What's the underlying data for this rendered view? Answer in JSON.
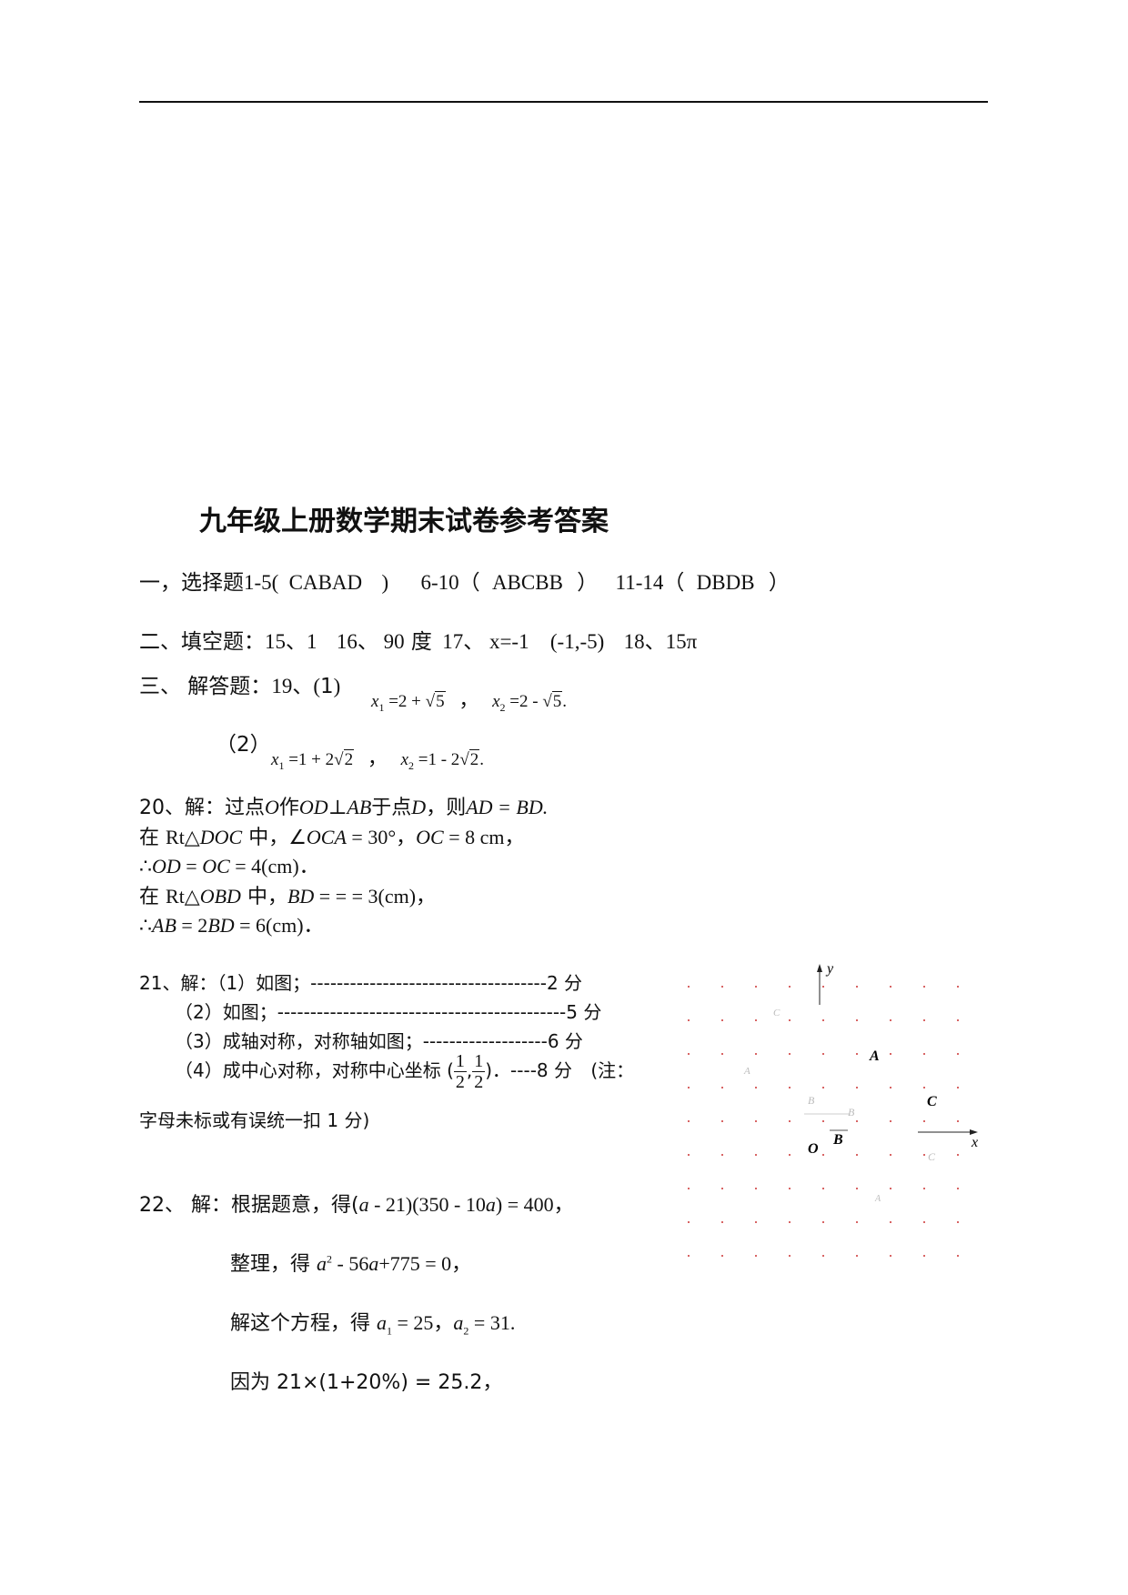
{
  "title": "九年级上册数学期末试卷参考答案",
  "section1": {
    "label": "一，选择题",
    "g1_range": "1-5(",
    "g1_ans": "CABAD",
    "g1_close": ")",
    "g2_range": "6-10（",
    "g2_ans": "ABCBB",
    "g2_close": "）",
    "g3_range": "11-14（",
    "g3_ans": "DBDB",
    "g3_close": "）"
  },
  "section2": {
    "label": "二、填空题：",
    "a15": "15、1",
    "a16_num": "16、 90",
    "a16_unit": "度",
    "a17": "17、 x=-1",
    "a17b": "(-1,-5)",
    "a18": "18、15π"
  },
  "section3": {
    "label": "三、 解答题：",
    "q19": "19、(",
    "q19_part1": "1",
    "q19_part1_close": ")",
    "x1": "x",
    "x1_sub": "1",
    "eq1": "=2 + ",
    "sqrt5a": "5",
    "comma": "，",
    "x2": "x",
    "x2_sub": "2",
    "eq2": "=2 - ",
    "sqrt5b": "5",
    "dot": ".",
    "q19_part2_open": "（2）",
    "x1b": "x",
    "x1b_sub": "1",
    "eq3": "=1 + 2",
    "sqrt2a": "2",
    "comma2": "，",
    "x2b": "x",
    "x2b_sub": "2",
    "eq4": "=1 - 2",
    "sqrt2b": "2",
    "dot2": "."
  },
  "q20": {
    "l1a": "20、解：过点",
    "l1O": "O",
    "l1b": "作",
    "l1OD": "OD",
    "l1perp": "⊥",
    "l1AB": "AB",
    "l1c": "于点",
    "l1D": "D",
    "l1d": "，则",
    "l1eq": "AD = BD.",
    "l2a": "在",
    "l2rt": "Rt△",
    "l2DOC": "DOC",
    "l2b": "中，∠",
    "l2OCA": "OCA",
    "l2c": " = 30°，",
    "l2OC": "OC",
    "l2d": " = 8 cm，",
    "l3": "∴",
    "l3a": "OD",
    "l3b": " = ",
    "l3c": "OC",
    "l3d": " = 4(cm)．",
    "l4a": "在",
    "l4rt": "Rt△",
    "l4OBD": "OBD",
    "l4b": "中，",
    "l4BD": "BD",
    "l4c": " =  =  = 3(cm)，",
    "l5": "∴",
    "l5a": "AB",
    "l5b": " = 2",
    "l5c": "BD",
    "l5d": " = 6(cm)．"
  },
  "q21": {
    "l1": "21、解：（1）如图；------------------------------------2 分",
    "l2": "（2）如图；--------------------------------------------5 分",
    "l3": "（3）成轴对称，对称轴如图；-------------------6 分",
    "l4a": "（4）成中心对称，对称中心坐标 (",
    "l4num1": "1",
    "l4den1": "2",
    "l4comma": ",",
    "l4num2": "1",
    "l4den2": "2",
    "l4b": ")．----8 分",
    "l4note": "(注：",
    "l5": "字母未标或有误统一扣 1 分)"
  },
  "q22": {
    "l1a": "22、 解：根据题意，得(",
    "l1b": "a",
    "l1c": " - 21)(350 - 10",
    "l1d": "a",
    "l1e": ") = 400，",
    "l2a": "整理，得 ",
    "l2b": "a",
    "l2sup": "2",
    "l2c": " - 56",
    "l2d": "a",
    "l2e": "+775 = 0，",
    "l3a": "解这个方程，得 ",
    "l3b": "a",
    "l3s1": "1",
    "l3c": " = 25，",
    "l3d": "a",
    "l3s2": "2",
    "l3e": " = 31.",
    "l4a": "因为 21×(1+20%) = 25.2，"
  },
  "figure": {
    "y_label": "y",
    "x_label": "x",
    "origin": "O",
    "A": "A",
    "B": "B",
    "C": "C",
    "faint_C1": "C",
    "faint_A1": "A",
    "faint_B1": "B",
    "faint_B2": "B",
    "faint_C2": "C",
    "faint_A2": "A"
  }
}
